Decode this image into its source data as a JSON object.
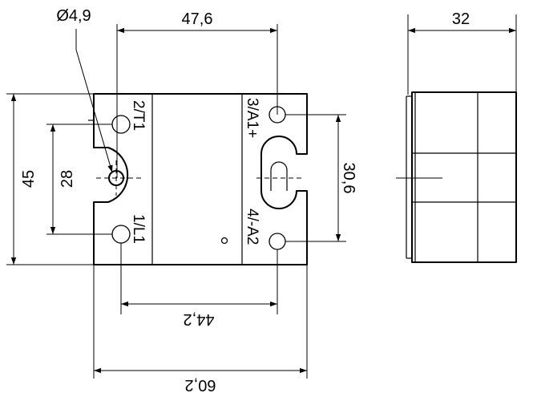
{
  "dimensions": {
    "hole_diameter": "Ø4,9",
    "top_width": "47,6",
    "side_depth": "32",
    "height": "45",
    "hole_pitch": "28",
    "terminal_pitch": "30,6",
    "terminal_span": "44,2",
    "overall_width": "60,2"
  },
  "terminals": {
    "top_left": "2/T1",
    "bottom_left": "1/L1",
    "top_right": "3/A1+",
    "bottom_right": "4/-A2"
  }
}
